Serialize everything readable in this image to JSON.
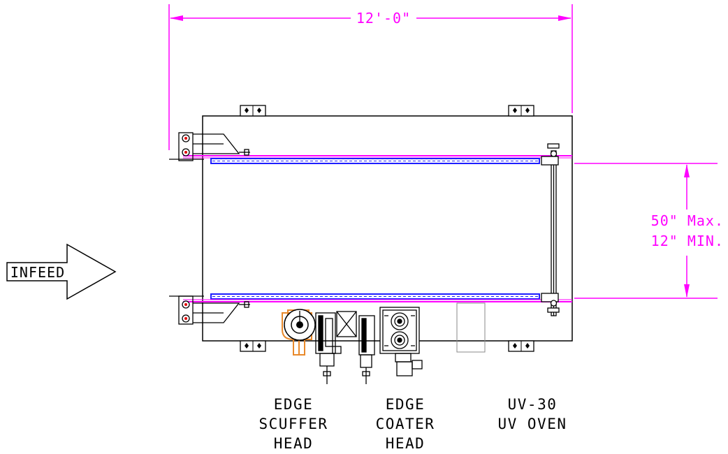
{
  "dimensions": {
    "length": "12'-0\"",
    "width_max": "50\" Max.",
    "width_min": "12\" MIN."
  },
  "infeed": {
    "label": "INFEED"
  },
  "stations": [
    {
      "lines": [
        "EDGE",
        "SCUFFER",
        "HEAD"
      ]
    },
    {
      "lines": [
        "EDGE",
        "COATER",
        "HEAD"
      ]
    },
    {
      "lines": [
        "UV-30",
        "UV OVEN"
      ]
    }
  ],
  "colors": {
    "dimension": "#ff00ff",
    "rail": "#1e1eff",
    "accent": "#e8892b",
    "linework": "#000000"
  }
}
